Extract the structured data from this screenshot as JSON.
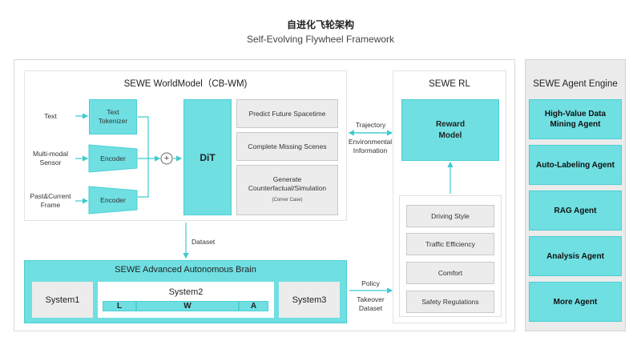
{
  "header": {
    "title_cn": "自进化飞轮架构",
    "title_en": "Self-Evolving Flywheel Framework"
  },
  "worldmodel": {
    "title": "SEWE WorldModel（CB-WM)",
    "inputs": [
      "Text",
      "Multi-modal\nSensor",
      "Past&Current\nFrame"
    ],
    "text_tokenizer": "Text\nTokenizer",
    "encoder1": "Encoder",
    "encoder2": "Encoder",
    "plus": "+",
    "dit": "DiT",
    "outputs": [
      "Predict Future Spacetime",
      "Complete Missing Scenes"
    ],
    "generate_label": "Generate\nCounterfactual/Simulation",
    "generate_sub": "(Corner Case)"
  },
  "links": {
    "trajectory": "Trajectory",
    "environmental": "Environmental\nInformation",
    "dataset": "Dataset",
    "policy": "Policy",
    "takeover": "Takeover\nDataset"
  },
  "rl": {
    "title": "SEWE RL",
    "reward_model": "Reward\nModel",
    "criteria": [
      "Driving Style",
      "Traffic Efficiency",
      "Comfort",
      "Safety Regulations"
    ]
  },
  "brain": {
    "title": "SEWE Advanced  Autonomous Brain",
    "system1": "System1",
    "system2": "System2",
    "system2_parts": [
      "L",
      "W",
      "A"
    ],
    "system3": "System3"
  },
  "agent_engine": {
    "title": "SEWE Agent Engine",
    "agents": [
      "High-Value Data\nMining Agent",
      "Auto-Labeling Agent",
      "RAG Agent",
      "Analysis Agent",
      "More Agent"
    ]
  },
  "colors": {
    "teal": "#6fdfe2",
    "teal_border": "#4ccfd3",
    "arrow": "#3ecbcf",
    "grey_box": "#ececec"
  }
}
